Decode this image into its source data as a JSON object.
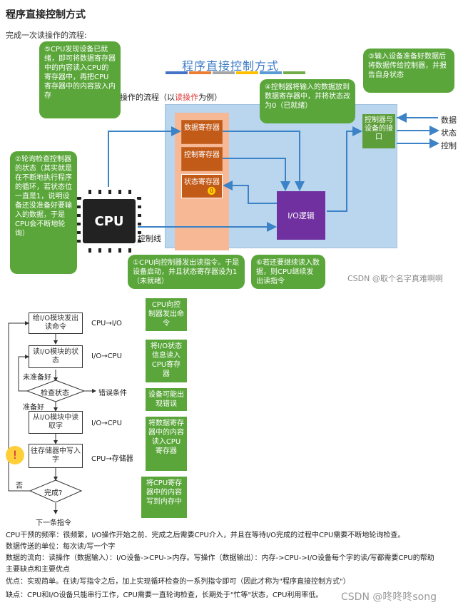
{
  "page": {
    "title": "程序直接控制方式",
    "intro": "完成一次读操作的流程:"
  },
  "diagram": {
    "title": "程序直接控制方式",
    "color_bars": [
      "#4472c4",
      "#ed7d31",
      "#a5a5a5",
      "#ffc000",
      "#5b9bd5",
      "#70ad47"
    ],
    "subtitle_prefix": "操作的流程（以",
    "subtitle_highlight": "读操作",
    "subtitle_suffix": "为例）",
    "registers": [
      {
        "label": "数据寄存器"
      },
      {
        "label": "控制寄存器"
      },
      {
        "label": "状态寄存器"
      }
    ],
    "status_bit": "0",
    "io_logic": "I/O逻辑",
    "interface": "控制器与设备的接口",
    "signals": [
      "数据",
      "状态",
      "控制"
    ],
    "cpu_label": "CPU",
    "control_line": "控制线",
    "watermark": "CSDN @取个名字真难啊啊",
    "bubbles": {
      "step5": "⑤CPU发现设备已就绪，即可将数据寄存器中的内容读入CPU的寄存器中，再把CPU寄存器中的内容放入内存",
      "step2": "②轮询检查控制器的状态（其实就是在不断地执行程序的循环，若状态位一直是1，说明设备还没准备好要输入的数据，于是CPU会不断地轮询）",
      "step4": "④控制器将输入的数据放到数据寄存器中，并将状态改为0（已就绪）",
      "step3": "③输入设备准备好数据后将数据传给控制器，并报告自身状态",
      "step1": "①CPU向控制器发出读指令。于是设备启动，并且状态寄存器设为1（未就绪）",
      "step6": "⑥若还要继续读入数据，则CPU继续发出读指令"
    }
  },
  "flowchart": {
    "boxes": [
      "给I/O模块发出读命令",
      "读I/O模块的状态",
      "从I/O模块中读取字",
      "往存储器中写入字"
    ],
    "decisions": [
      "检查状态",
      "完成?"
    ],
    "edge_labels": {
      "cpu_to_io": "CPU→I/O",
      "io_to_cpu_1": "I/O→CPU",
      "io_to_cpu_2": "I/O→CPU",
      "cpu_to_mem": "CPU→存储器",
      "not_ready": "未准备好",
      "ready": "准备好",
      "error": "错误条件",
      "no": "否",
      "next": "下一条指令"
    },
    "notes": [
      "CPU向控制器发出命令",
      "将I/O状态信息读入CPU寄存器",
      "设备可能出现错误",
      "将数据寄存器中的内容读入CPU寄存器",
      "将CPU寄存器中的内容写到内存中"
    ]
  },
  "text": {
    "freq": "CPU干预的频率：很频繁，I/O操作开始之前、完成之后需要CPU介入，并且在等待I/O完成的过程中CPU需要不断地轮询检查。",
    "unit": "数据传送的单位：每次读/写一个字",
    "flow": "数据的流向：读操作（数据输入）：I/O设备->CPU->内存。写操作（数据输出）：内存->CPU->I/O设备每个字的读/写都需要CPU的帮助",
    "main": "主要缺点和主要优点",
    "pros": "优点：实现简单。在读/写指令之后，加上实现循环检查的一系列指令即可（因此才称为\"程序直接控制方式\"）",
    "cons": "缺点：CPU和I/O设备只能串行工作，CPU需要一直轮询检查，长期处于\"忙等\"状态，CPU利用率低。",
    "watermark": "CSDN @咚咚咚song"
  }
}
